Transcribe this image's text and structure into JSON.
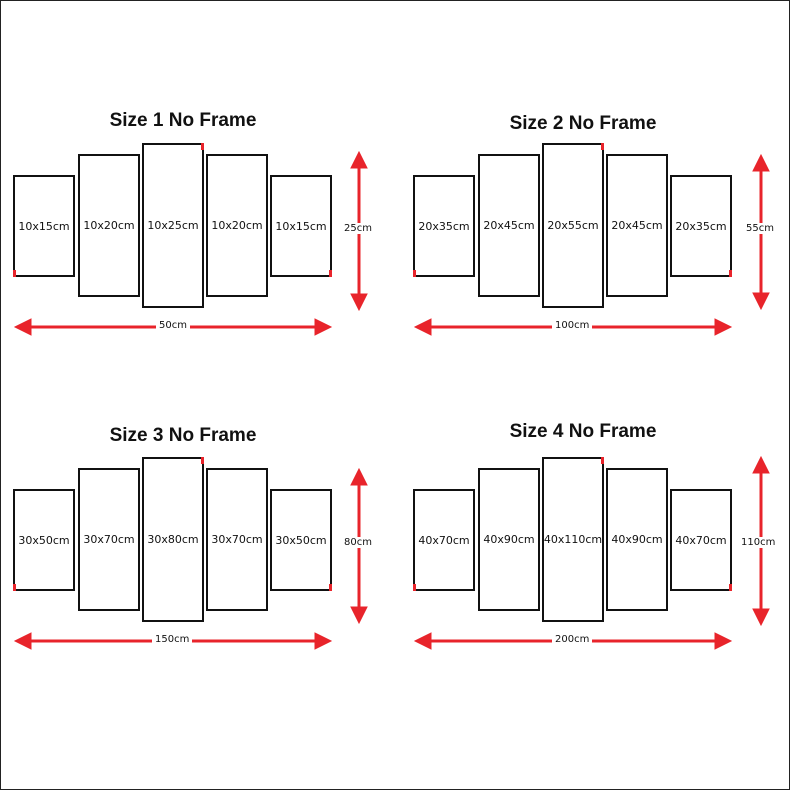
{
  "accent_color": "#e8242b",
  "groups": [
    {
      "title": "Size 1 No Frame",
      "panels": [
        "10x15cm",
        "10x20cm",
        "10x25cm",
        "10x20cm",
        "10x15cm"
      ],
      "width": "50cm",
      "height": "25cm"
    },
    {
      "title": "Size 2 No Frame",
      "panels": [
        "20x35cm",
        "20x45cm",
        "20x55cm",
        "20x45cm",
        "20x35cm"
      ],
      "width": "100cm",
      "height": "55cm"
    },
    {
      "title": "Size 3 No Frame",
      "panels": [
        "30x50cm",
        "30x70cm",
        "30x80cm",
        "30x70cm",
        "30x50cm"
      ],
      "width": "150cm",
      "height": "80cm"
    },
    {
      "title": "Size 4 No Frame",
      "panels": [
        "40x70cm",
        "40x90cm",
        "40x110cm",
        "40x90cm",
        "40x70cm"
      ],
      "width": "200cm",
      "height": "110cm"
    }
  ]
}
